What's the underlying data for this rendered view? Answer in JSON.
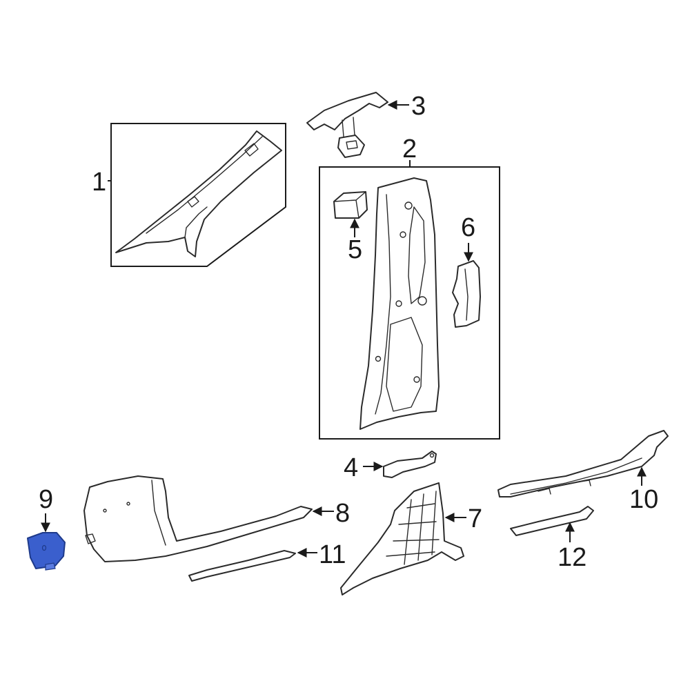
{
  "diagram": {
    "callouts": [
      "1",
      "2",
      "3",
      "4",
      "5",
      "6",
      "7",
      "8",
      "9",
      "10",
      "11",
      "12"
    ]
  },
  "colors": {
    "line": "#2a2a2a",
    "highlight_fill": "#3a5fcd",
    "highlight_stroke": "#1e3a8a",
    "background": "#ffffff"
  },
  "highlighted_part": "9"
}
